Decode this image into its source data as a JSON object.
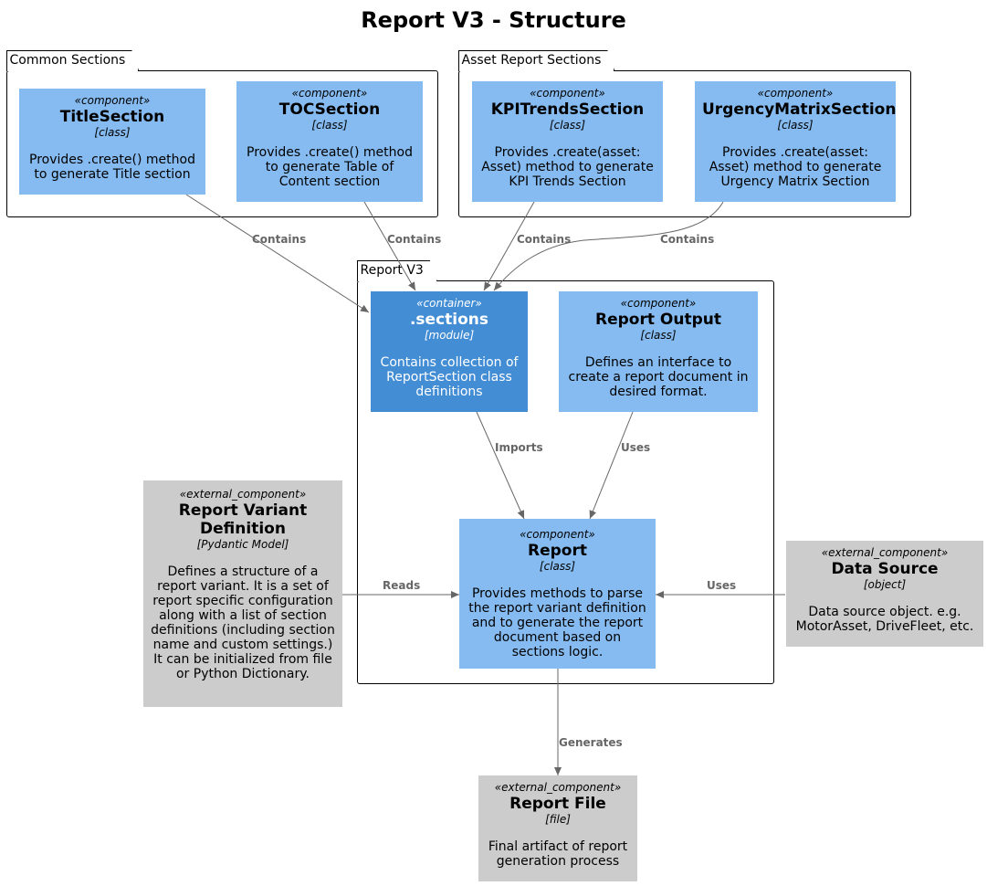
{
  "title": "Report V3 - Structure",
  "packages": {
    "common": "Common Sections",
    "asset": "Asset Report Sections",
    "report_v3": "Report V3"
  },
  "nodes": {
    "title_section": {
      "stereotype": "«component»",
      "name": "TitleSection",
      "tech": "[class]",
      "desc": "Provides .create() method to generate Title section"
    },
    "toc_section": {
      "stereotype": "«component»",
      "name": "TOCSection",
      "tech": "[class]",
      "desc": "Provides .create() method to generate Table of Content section"
    },
    "kpi_section": {
      "stereotype": "«component»",
      "name": "KPITrendsSection",
      "tech": "[class]",
      "desc": "Provides .create(asset: Asset) method to generate KPI Trends Section"
    },
    "urgency_section": {
      "stereotype": "«component»",
      "name": "UrgencyMatrixSection",
      "tech": "[class]",
      "desc": "Provides .create(asset: Asset) method to generate Urgency Matrix Section"
    },
    "sections": {
      "stereotype": "«container»",
      "name": ".sections",
      "tech": "[module]",
      "desc": "Contains collection of ReportSection class definitions"
    },
    "report_output": {
      "stereotype": "«component»",
      "name": "Report Output",
      "tech": "[class]",
      "desc": "Defines an interface to create a report document in desired format."
    },
    "report": {
      "stereotype": "«component»",
      "name": "Report",
      "tech": "[class]",
      "desc": "Provides methods to parse the report variant definition and to generate the report document based on sections logic."
    },
    "variant_def": {
      "stereotype": "«external_component»",
      "name": "Report Variant Definition",
      "tech": "[Pydantic Model]",
      "desc": "Defines a structure of a report variant. It is a set of report specific configuration along with a list of section definitions (including section name and custom settings.)\nIt can be initialized from file or Python Dictionary."
    },
    "data_source": {
      "stereotype": "«external_component»",
      "name": "Data Source",
      "tech": "[object]",
      "desc": "Data source object. e.g. MotorAsset, DriveFleet, etc."
    },
    "report_file": {
      "stereotype": "«external_component»",
      "name": "Report File",
      "tech": "[file]",
      "desc": "Final artifact of report generation process"
    }
  },
  "edges": {
    "title_contains": "Contains",
    "toc_contains": "Contains",
    "kpi_contains": "Contains",
    "urgency_contains": "Contains",
    "imports": "Imports",
    "output_uses": "Uses",
    "reads": "Reads",
    "datasource_uses": "Uses",
    "generates": "Generates"
  },
  "colors": {
    "component": "#85bbf0",
    "container": "#438dd5",
    "external": "#cccccc",
    "edge": "#666666"
  }
}
